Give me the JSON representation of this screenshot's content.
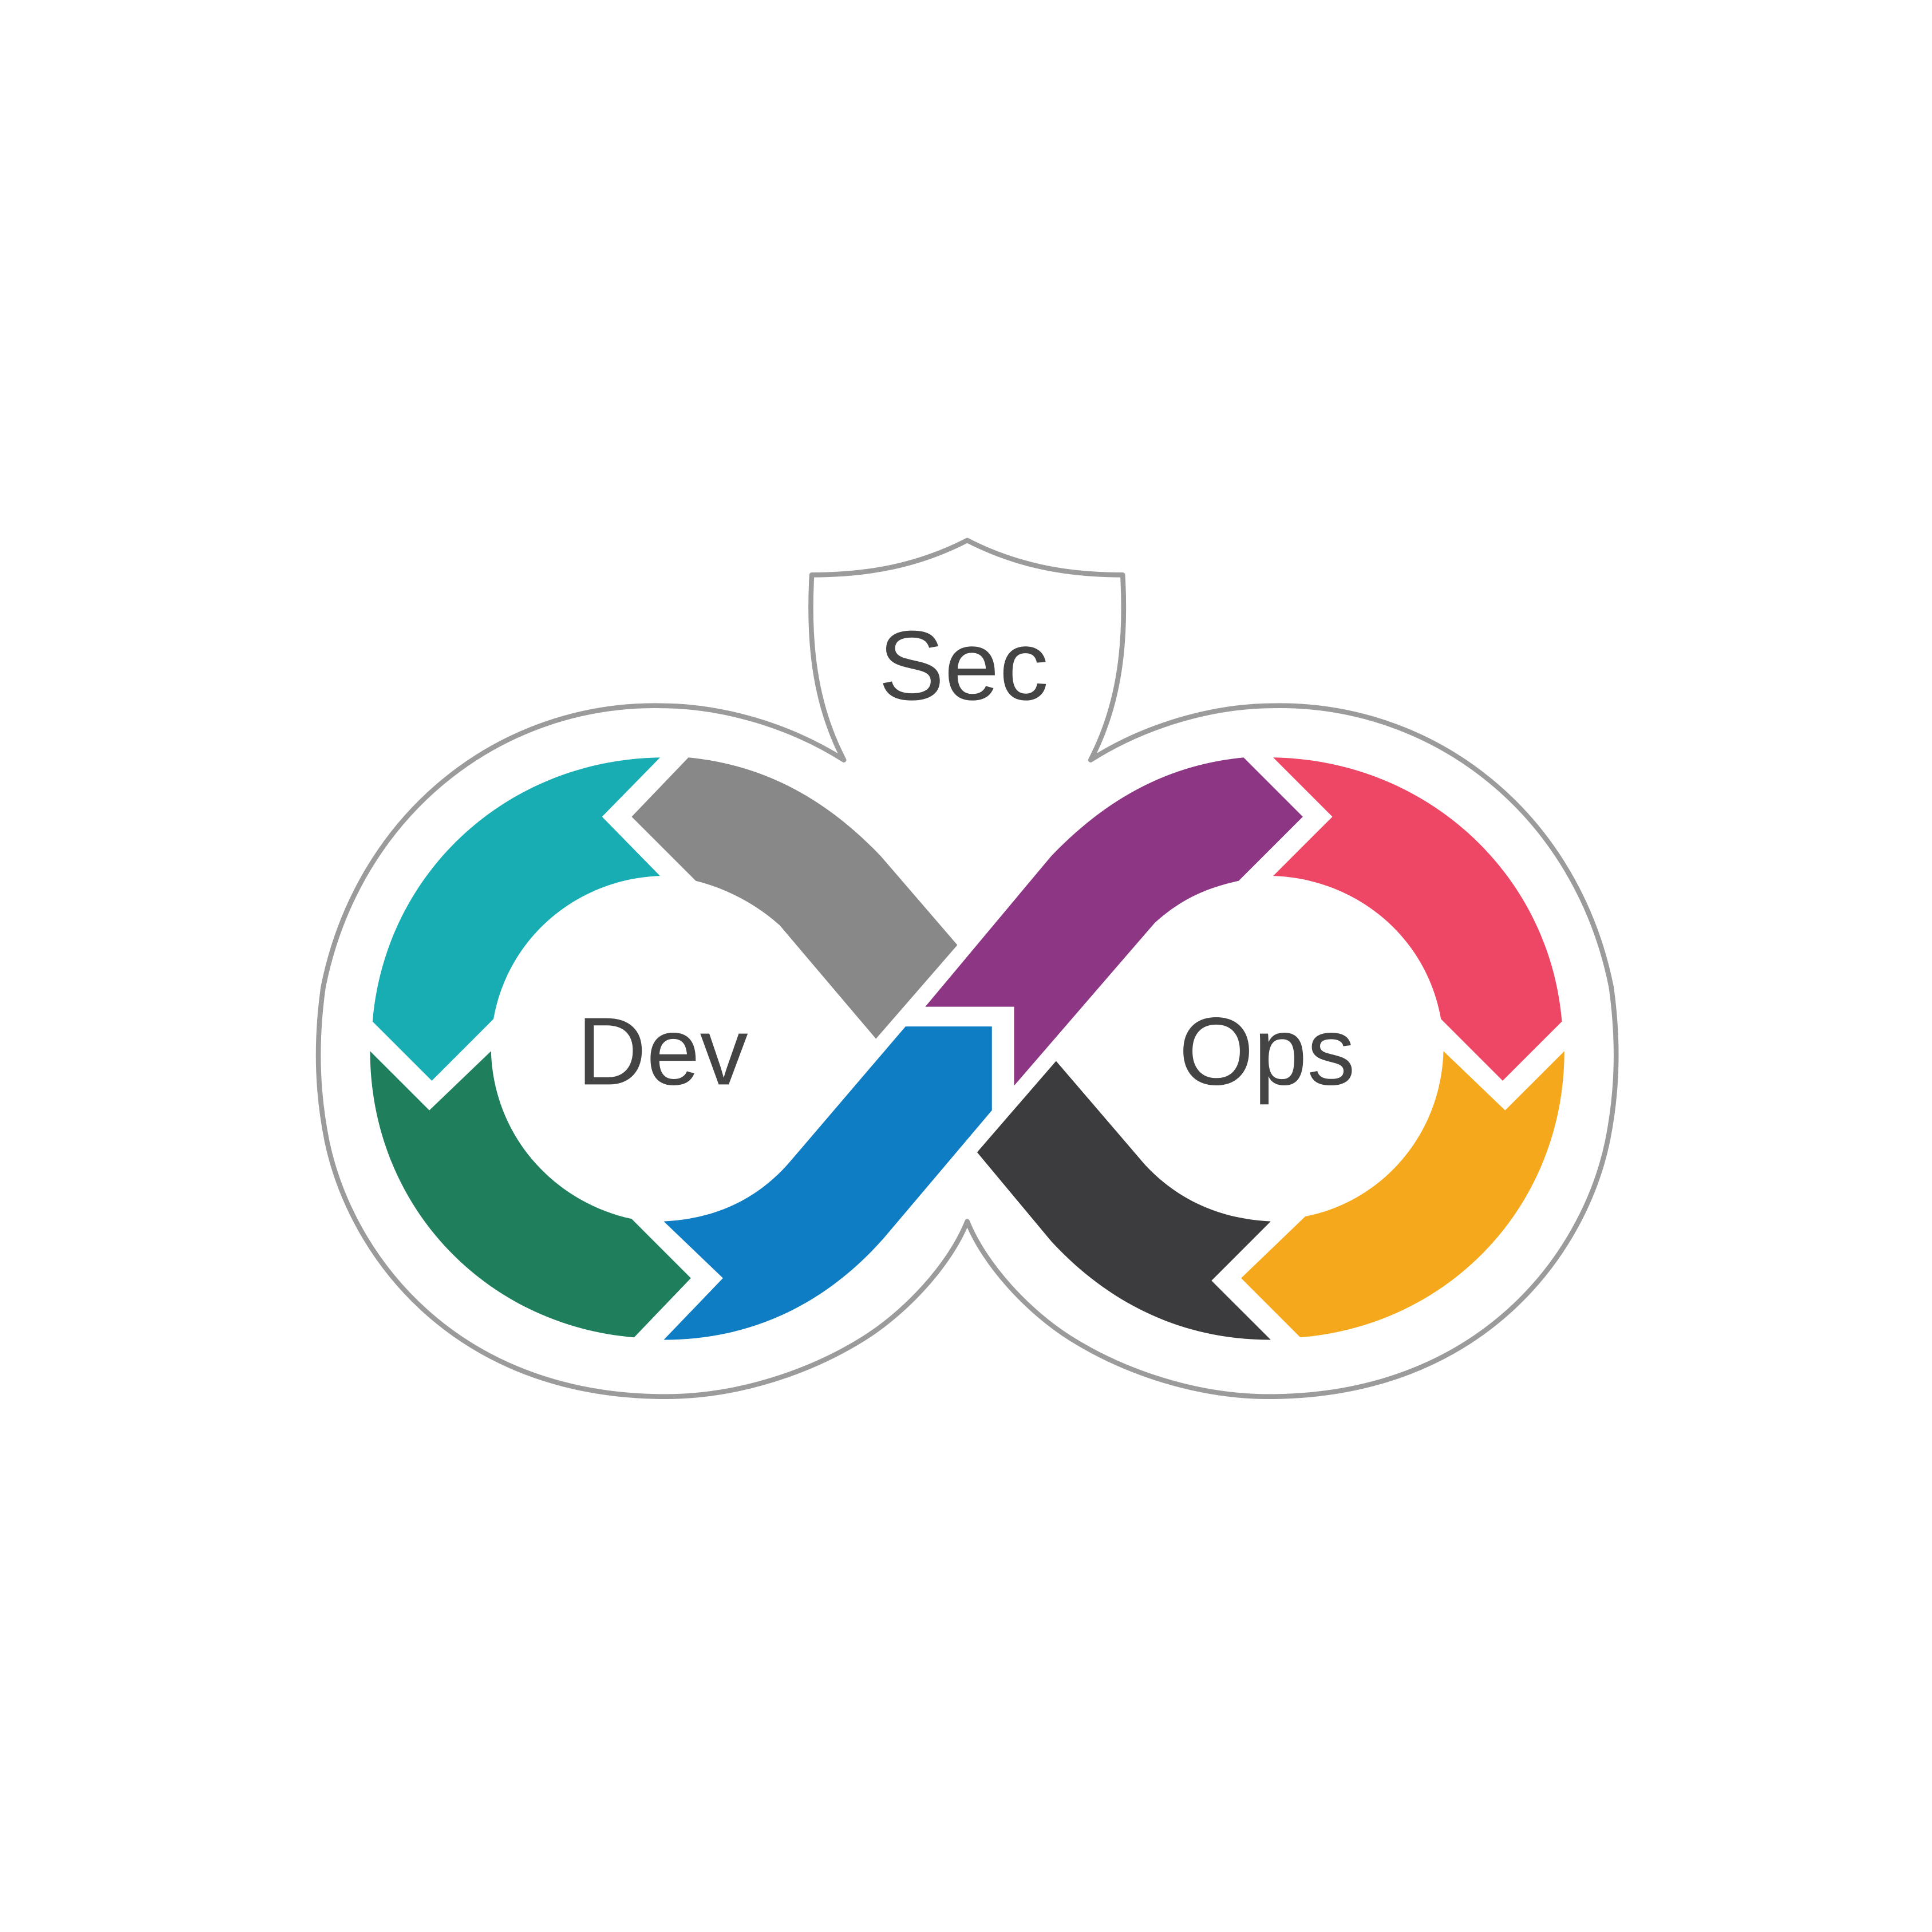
{
  "labels": {
    "sec": "Sec",
    "dev": "Dev",
    "ops": "Ops"
  },
  "colors": {
    "outline": "#9b9b9b",
    "text": "#444444",
    "background": "#ffffff",
    "segments": {
      "dev_top_left": "#17adb3",
      "dev_bottom_left": "#1f7f5c",
      "dev_top_right": "#888888",
      "dev_bottom_right": "#0f7dc3",
      "ops_top_left": "#8c3684",
      "ops_top_right": "#ee4765",
      "ops_bottom_right": "#f6a81c",
      "ops_bottom_left": "#3c3c3e"
    }
  },
  "icons": {
    "shield": "shield-icon",
    "loop": "infinity-loop-icon"
  }
}
